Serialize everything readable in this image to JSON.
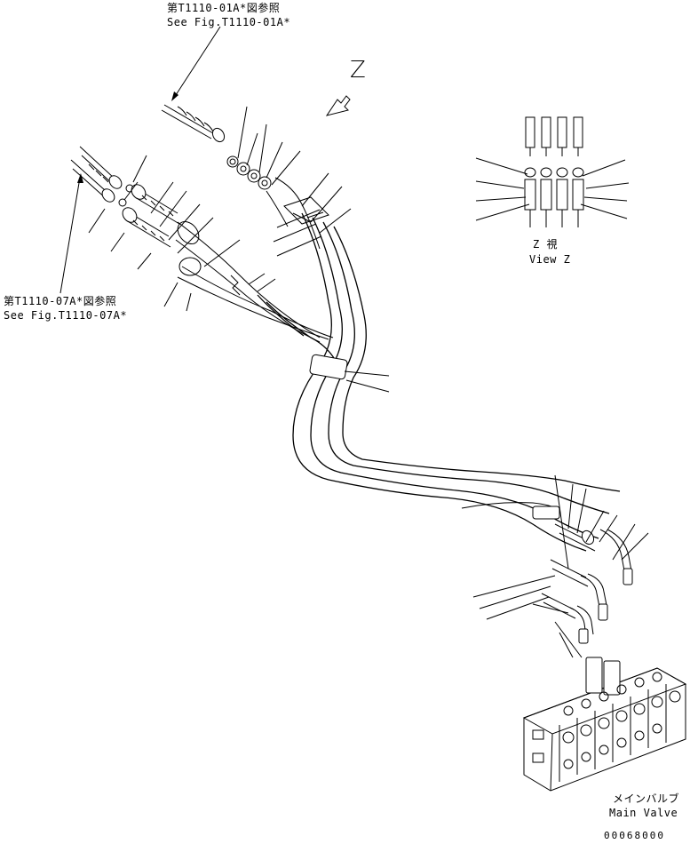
{
  "refs": {
    "top_jp": "第T1110-01A*図参照",
    "top_en": "See Fig.T1110-01A*",
    "left_jp": "第T1110-07A*図参照",
    "left_en": "See Fig.T1110-07A*"
  },
  "view_arrow_label": "Z",
  "view_z": {
    "jp": "Z  視",
    "en": "View Z"
  },
  "main_valve": {
    "jp": "メインバルブ",
    "en": "Main Valve"
  },
  "drawing_number": "00068000"
}
